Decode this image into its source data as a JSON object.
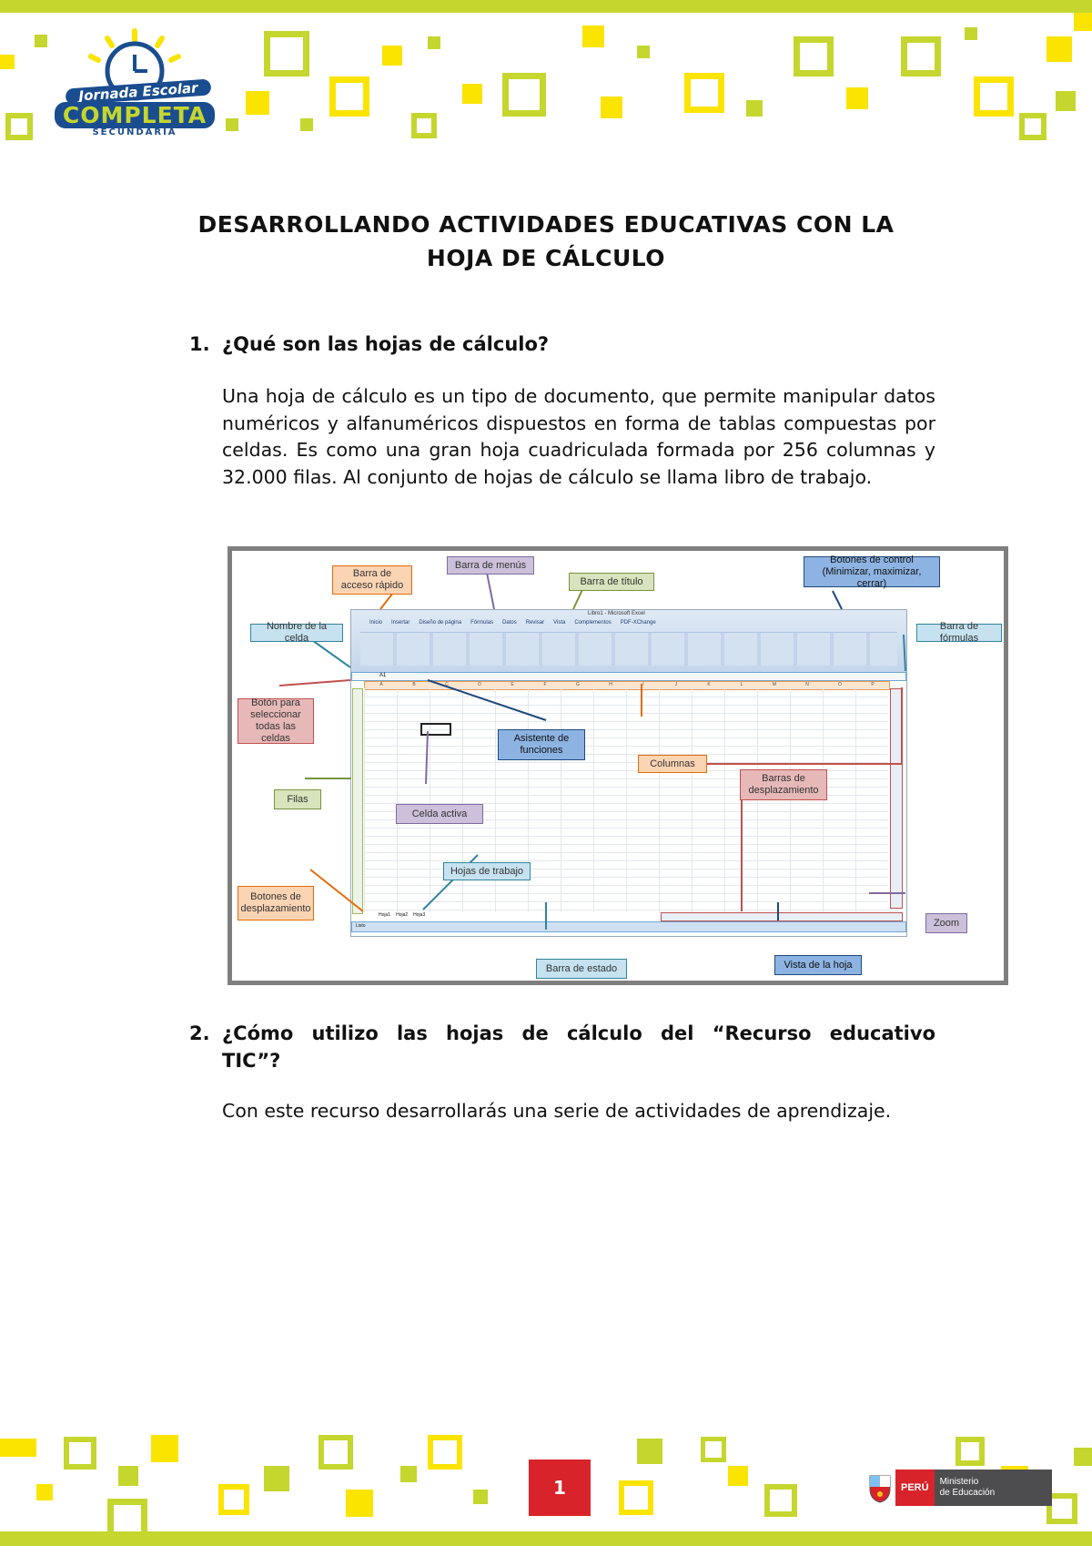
{
  "header": {
    "logo": {
      "line1": "Jornada Escolar",
      "line2": "COMPLETA",
      "line3": "SECUNDARIA"
    }
  },
  "title": {
    "line1": "DESARROLLANDO ACTIVIDADES EDUCATIVAS CON LA",
    "line2": "HOJA DE CÁLCULO"
  },
  "sections": [
    {
      "number": "1.",
      "question": "¿Qué son las hojas de cálculo?",
      "body": "Una hoja de cálculo es un tipo de documento, que permite manipular datos numéricos y alfanuméricos dispuestos en forma de tablas compuestas por celdas. Es como una gran hoja cuadriculada formada por 256 columnas y 32.000 filas. Al conjunto de hojas de cálculo se llama libro de trabajo."
    },
    {
      "number": "2.",
      "question_line1": "¿Cómo utilizo las hojas de cálculo del “Recurso educativo",
      "question_line2": "TIC”?",
      "body": "Con este recurso desarrollarás una serie de actividades de aprendizaje."
    }
  ],
  "figure": {
    "callouts": {
      "barra_acceso_rapido": "Barra de acceso rápido",
      "barra_menus": "Barra de menús",
      "barra_titulo": "Barra de título",
      "botones_control": "Botones de control (Minimizar, maximizar, cerrar)",
      "nombre_celda": "Nombre de la celda",
      "barra_formulas": "Barra de fórmulas",
      "boton_seleccionar": "Botón para seleccionar todas las celdas",
      "asistente_funciones": "Asistente de funciones",
      "columnas": "Columnas",
      "filas": "Filas",
      "celda_activa": "Celda activa",
      "barras_desplazamiento": "Barras de desplazamiento",
      "hojas_trabajo": "Hojas de trabajo",
      "botones_desplazamiento": "Botones de desplazamiento",
      "zoom": "Zoom",
      "barra_estado": "Barra de estado",
      "vista_hoja": "Vista de la hoja"
    },
    "excel": {
      "window_title": "Libro1 - Microsoft Excel",
      "tabs": [
        "Inicio",
        "Insertar",
        "Diseño de página",
        "Fórmulas",
        "Datos",
        "Revisar",
        "Vista",
        "Complementos",
        "PDF-XChange"
      ],
      "name_box": "A1",
      "columns": [
        "A",
        "B",
        "C",
        "D",
        "E",
        "F",
        "G",
        "H",
        "I",
        "J",
        "K",
        "L",
        "M",
        "N",
        "O",
        "P"
      ],
      "sheets": [
        "Hoja1",
        "Hoja2",
        "Hoja3"
      ],
      "status": "Listo"
    }
  },
  "footer": {
    "page_number": "1",
    "ministry": {
      "country": "PERÚ",
      "line1": "Ministerio",
      "line2": "de Educación"
    }
  },
  "colors": {
    "lime": "#c5d62e",
    "yellow": "#fbe400",
    "red": "#d9232a"
  }
}
